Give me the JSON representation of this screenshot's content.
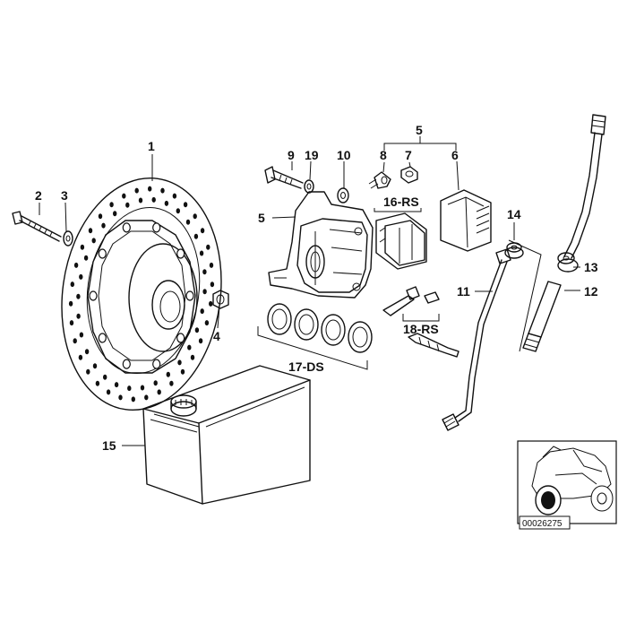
{
  "callouts": {
    "p1": "1",
    "p2": "2",
    "p3": "3",
    "p4": "4",
    "p5_top": "5",
    "p5_side": "5",
    "p6": "6",
    "p7": "7",
    "p8": "8",
    "p9": "9",
    "p10": "10",
    "p11": "11",
    "p12": "12",
    "p13": "13",
    "p14": "14",
    "p15": "15",
    "p16": "16-RS",
    "p17": "17-DS",
    "p18": "18-RS",
    "p19": "19"
  },
  "reference": {
    "code": "00026275"
  }
}
